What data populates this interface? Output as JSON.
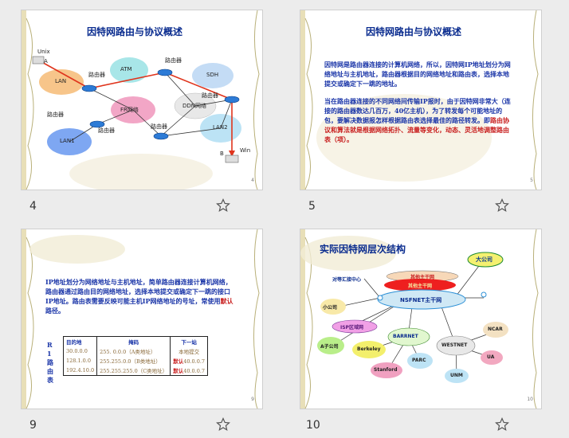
{
  "slides": [
    {
      "number": "4",
      "title": "因特网路由与协议概述",
      "page_no": "4",
      "labels": {
        "unix": "Unix",
        "lan": "LAN",
        "atm": "ATM",
        "sdh": "SDH",
        "fr": "FR网络",
        "ddn": "DDN网络",
        "lan1": "LAN1",
        "lan2": "LAN2",
        "router": "路由器",
        "a": "A",
        "b": "B",
        "win": "Win"
      }
    },
    {
      "number": "5",
      "title": "因特网路由与协议概述",
      "page_no": "5",
      "para1": "因特网是路由器连接的计算机网络，所以，因特网IP地址划分为网络地址与主机地址，路由器根据目的网络地址和路由表，选择本地提交或确定下一跳的地址。",
      "para2_blue": "当在路由器连接的不同网络间传输IP报时，由于因特网非常大（连接的路由器数达几百万，40亿主机），为了转发每个可能地址的包，要解决数据报怎样根据路由表选择最佳的路径转发。即",
      "para2_red": "路由协议和算法就是根据网络拓扑、流量等变化，动态、灵活地调整路由表（项）。"
    },
    {
      "number": "9",
      "page_no": "9",
      "para_a": "IP地址划分为网络地址与主机地址，简单路由器连接计算机网络，路由器通过路由目的网络地址，选择本地提交或确定下一跳的接口IP地址。路由表需要反映可能主机IP网络地址的号址，常使用",
      "para_red": "默认",
      "para_b": "路径。",
      "table_title": "R1路由表",
      "headers": [
        "目的地",
        "掩码",
        "下一站"
      ],
      "rows": [
        [
          "30.0.0.0",
          "255. 0.0.0（A类地址）",
          "本地提交"
        ],
        [
          "128.1.0.0",
          "255.255.0.0（B类地址）",
          "默认40.0.0.7"
        ],
        [
          "192.4.10.0",
          "255.255.255.0（C类地址）",
          "默认40.0.0.7"
        ]
      ],
      "default_word": "默认"
    },
    {
      "number": "10",
      "title": "实际因特网层次结构",
      "page_no": "10",
      "labels": {
        "big_company": "大公司",
        "peer_center": "对等汇接中心",
        "other1": "其他主干网",
        "other2": "其他主干网",
        "nsfnet": "NSFNET主干网",
        "small_company": "小公司",
        "isp": "ISP区域网",
        "barrnet": "BARRNET",
        "westnet": "WESTNET",
        "a_company": "A子公司",
        "berkeley": "Berkeley",
        "parc": "PARC",
        "stanford": "Stanford",
        "ncar": "NCAR",
        "ua": "UA",
        "unm": "UNM"
      }
    }
  ]
}
